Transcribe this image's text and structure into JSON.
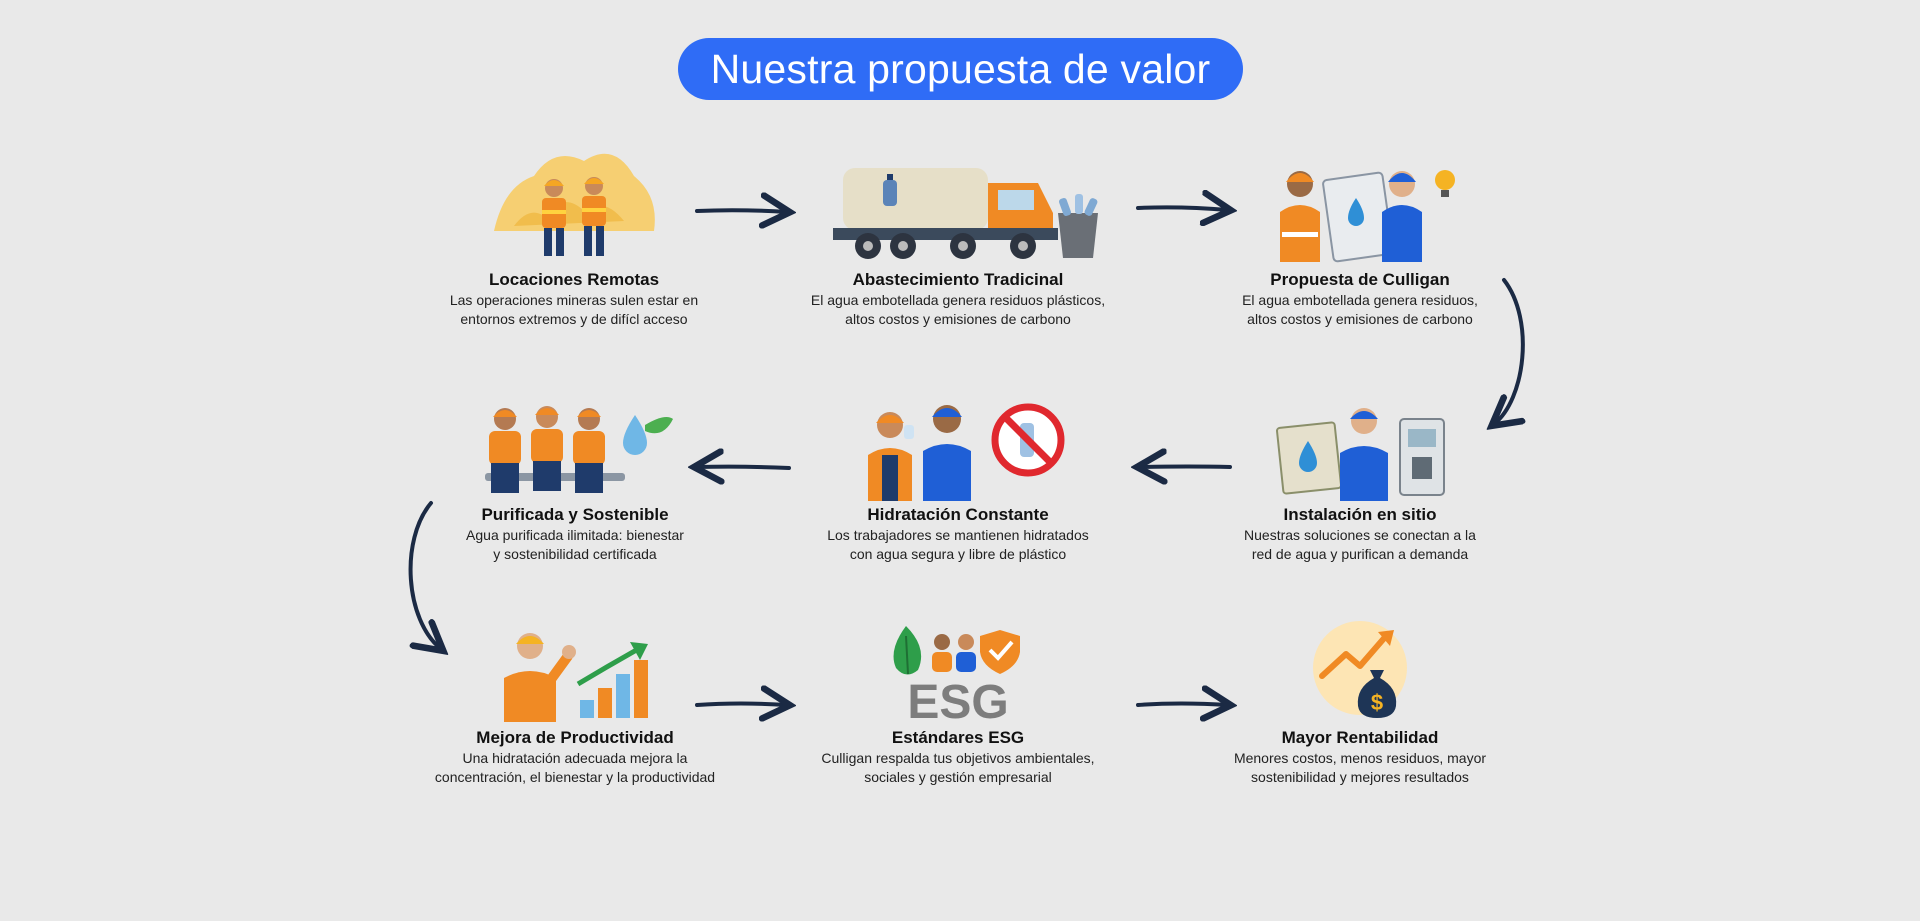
{
  "title": "Nuestra propuesta de valor",
  "steps": [
    {
      "label": "Locaciones Remotas",
      "desc1": "Las operaciones mineras sulen estar en",
      "desc2": "entornos extremos y de difícl acceso",
      "icon": "miners-mountain-icon"
    },
    {
      "label": "Abastecimiento Tradicinal",
      "desc1": "El agua embotellada genera residuos plásticos,",
      "desc2": "altos costos y emisiones de carbono",
      "icon": "water-truck-icon"
    },
    {
      "label": "Propuesta de Culligan",
      "desc1": "El agua embotellada genera residuos,",
      "desc2": "altos costos y emisiones de carbono",
      "icon": "consultants-plan-icon"
    },
    {
      "label": "Instalación en sitio",
      "desc1": "Nuestras soluciones se conectan a la",
      "desc2": "red de agua y purifican a demanda",
      "icon": "technician-dispenser-icon"
    },
    {
      "label": "Hidratación Constante",
      "desc1": "Los trabajadores se mantienen hidratados",
      "desc2": "con agua segura y libre de plástico",
      "icon": "workers-no-plastic-icon"
    },
    {
      "label": "Purificada y Sostenible",
      "desc1": "Agua purificada ilimitada: bienestar",
      "desc2": "y sostenibilidad certificada",
      "icon": "workers-waterdrop-icon"
    },
    {
      "label": "Mejora de Productividad",
      "desc1": "Una hidratación adecuada mejora la",
      "desc2": "concentración, el bienestar y la productividad",
      "icon": "worker-growth-chart-icon"
    },
    {
      "label": "Estándares ESG",
      "desc1": "Culligan respalda tus objetivos ambientales,",
      "desc2": "sociales y gestión empresarial",
      "icon": "esg-icon"
    },
    {
      "label": "Mayor Rentabilidad",
      "desc1": "Menores costos, menos residuos, mayor",
      "desc2": "sostenibilidad y mejores resultados",
      "icon": "money-bag-growth-icon"
    }
  ],
  "esg_text": "ESG",
  "dollar_sign": "$",
  "colors": {
    "accent": "#2f6cf6",
    "arrow": "#1b2a44",
    "orange": "#f08a24",
    "blue": "#1f5fd6",
    "yellow": "#f5b323"
  }
}
